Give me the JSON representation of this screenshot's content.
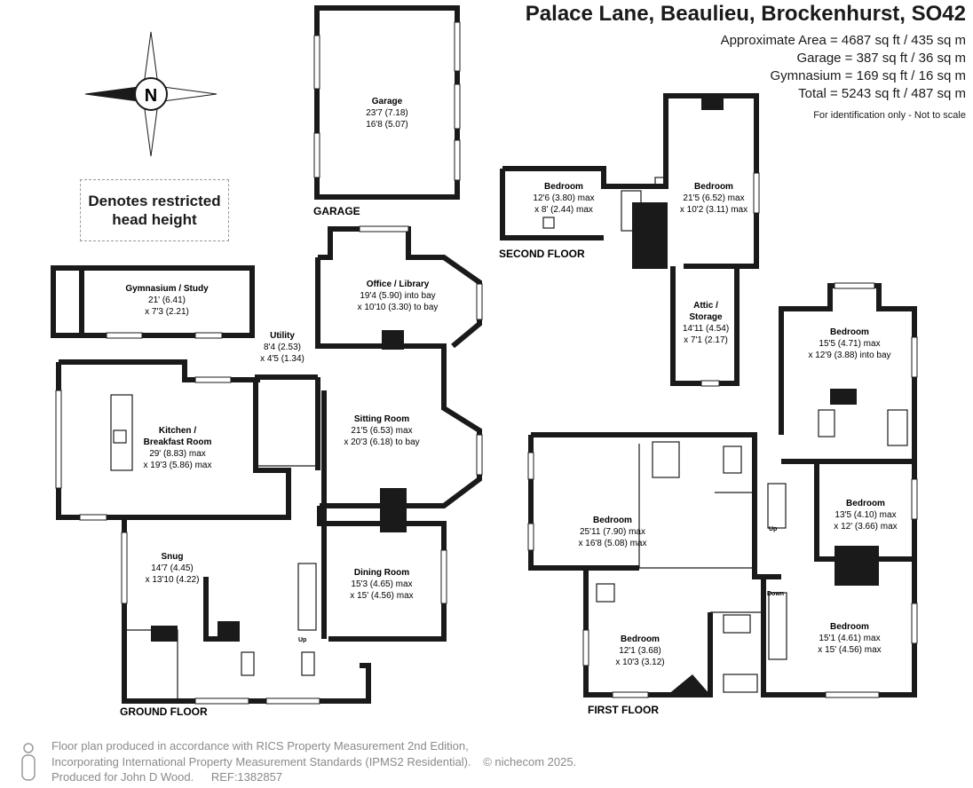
{
  "header": {
    "title": "Palace Lane, Beaulieu, Brockenhurst, SO42",
    "areas": [
      "Approximate Area = 4687 sq ft / 435 sq m",
      "Garage = 387 sq ft / 36 sq m",
      "Gymnasium = 169 sq ft / 16 sq m",
      "Total = 5243 sq ft / 487 sq m"
    ],
    "note": "For identification only - Not to scale"
  },
  "legend": {
    "line1": "Denotes restricted",
    "line2": "head height"
  },
  "compass": {
    "letter": "N"
  },
  "floors": {
    "garage": "GARAGE",
    "ground": "GROUND FLOOR",
    "first": "FIRST FLOOR",
    "second": "SECOND FLOOR"
  },
  "rooms": {
    "garage": {
      "name": "Garage",
      "d1": "23'7 (7.18)",
      "d2": "16'8 (5.07)"
    },
    "gym": {
      "name": "Gymnasium / Study",
      "d1": "21' (6.41)",
      "d2": "x 7'3 (2.21)"
    },
    "utility": {
      "name": "Utility",
      "d1": "8'4 (2.53)",
      "d2": "x 4'5 (1.34)"
    },
    "office": {
      "name": "Office / Library",
      "d1": "19'4 (5.90) into bay",
      "d2": "x 10'10 (3.30) to bay"
    },
    "kitchen": {
      "name": "Kitchen /",
      "name2": "Breakfast Room",
      "d1": "29' (8.83) max",
      "d2": "x 19'3 (5.86) max"
    },
    "sitting": {
      "name": "Sitting Room",
      "d1": "21'5 (6.53) max",
      "d2": "x 20'3 (6.18) to bay"
    },
    "snug": {
      "name": "Snug",
      "d1": "14'7 (4.45)",
      "d2": "x 13'10 (4.22)"
    },
    "dining": {
      "name": "Dining Room",
      "d1": "15'3 (4.65) max",
      "d2": "x 15' (4.56) max"
    },
    "bed2a": {
      "name": "Bedroom",
      "d1": "12'6 (3.80) max",
      "d2": "x 8' (2.44) max"
    },
    "bed2b": {
      "name": "Bedroom",
      "d1": "21'5 (6.52) max",
      "d2": "x 10'2 (3.11) max"
    },
    "attic": {
      "name": "Attic /",
      "name2": "Storage",
      "d1": "14'11 (4.54)",
      "d2": "x 7'1 (2.17)"
    },
    "bed1a": {
      "name": "Bedroom",
      "d1": "15'5 (4.71) max",
      "d2": "x 12'9 (3.88) into bay"
    },
    "bed1b": {
      "name": "Bedroom",
      "d1": "25'11 (7.90) max",
      "d2": "x 16'8 (5.08) max"
    },
    "bed1c": {
      "name": "Bedroom",
      "d1": "13'5 (4.10) max",
      "d2": "x 12' (3.66) max"
    },
    "bed1d": {
      "name": "Bedroom",
      "d1": "12'1 (3.68)",
      "d2": "x 10'3 (3.12)"
    },
    "bed1e": {
      "name": "Bedroom",
      "d1": "15'1 (4.61) max",
      "d2": "x 15' (4.56) max"
    }
  },
  "stairs": {
    "up": "Up",
    "down": "Down"
  },
  "footer": {
    "line1": "Floor plan produced in accordance with RICS Property Measurement 2nd Edition,",
    "line2": "Incorporating International Property Measurement Standards (IPMS2 Residential).",
    "copyright": "© nichecom 2025.",
    "line3": "Produced for John D Wood.",
    "ref": "REF:1382857"
  }
}
